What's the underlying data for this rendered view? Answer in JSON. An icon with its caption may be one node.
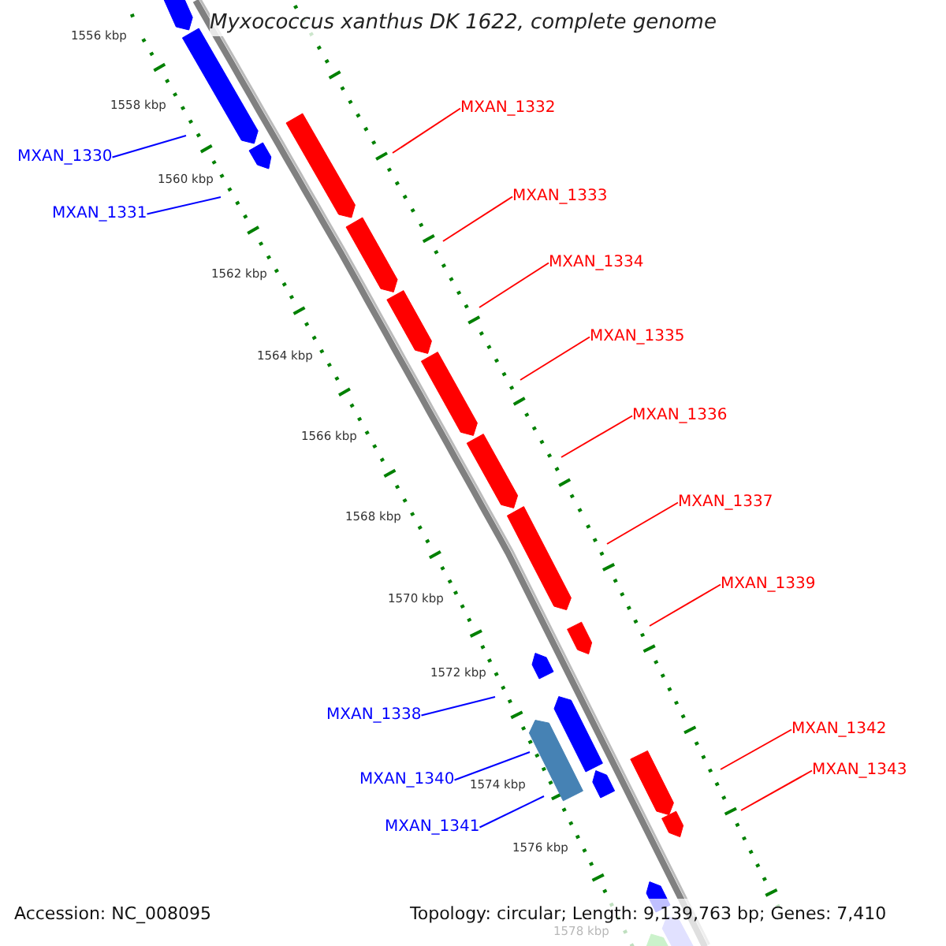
{
  "diagram": {
    "title": "Myxococcus xanthus DK 1622, complete genome",
    "nodes": [
      {
        "text": [
          "MXAN_1330"
        ]
      },
      {
        "text": [
          "MXAN_1331"
        ]
      },
      {
        "text": [
          "MXAN_1332"
        ]
      },
      {
        "text": [
          "MXAN_1333"
        ]
      },
      {
        "text": [
          "MXAN_1334"
        ]
      },
      {
        "text": [
          "MXAN_1335"
        ]
      },
      {
        "text": [
          "MXAN_1336"
        ]
      },
      {
        "text": [
          "MXAN_1337"
        ]
      },
      {
        "text": [
          "MXAN_1339"
        ]
      },
      {
        "text": [
          "MXAN_1338"
        ]
      },
      {
        "text": [
          "MXAN_1340"
        ]
      },
      {
        "text": [
          "MXAN_1341"
        ]
      },
      {
        "text": [
          "MXAN_1342"
        ]
      },
      {
        "text": [
          "MXAN_1343"
        ]
      }
    ],
    "edges": [
      {
        "from": 0,
        "to": null,
        "arrow": "none",
        "color": "#0000ff"
      },
      {
        "from": 1,
        "to": null,
        "arrow": "none",
        "color": "#0000ff"
      },
      {
        "from": 2,
        "to": null,
        "arrow": "none"
      },
      {
        "from": 3,
        "to": null,
        "arrow": "none"
      },
      {
        "from": 4,
        "to": null,
        "arrow": "none"
      },
      {
        "from": 5,
        "to": null,
        "arrow": "none"
      },
      {
        "from": 6,
        "to": null,
        "arrow": "none"
      },
      {
        "from": 7,
        "to": null,
        "arrow": "none"
      },
      {
        "from": 8,
        "to": null,
        "arrow": "none"
      },
      {
        "from": 9,
        "to": null,
        "arrow": "none",
        "color": "#0000ff"
      },
      {
        "from": 10,
        "to": null,
        "arrow": "none",
        "color": "#0000ff"
      },
      {
        "from": 11,
        "to": null,
        "arrow": "none",
        "color": "#0000ff"
      },
      {
        "from": 12,
        "to": null,
        "arrow": "none"
      },
      {
        "from": 13,
        "to": null,
        "arrow": "none"
      }
    ],
    "labels": [
      "1556 kbp",
      "1558 kbp",
      "1560 kbp",
      "1562 kbp",
      "1564 kbp",
      "1566 kbp",
      "1568 kbp",
      "1570 kbp",
      "1572 kbp",
      "1574 kbp",
      "1576 kbp",
      "1578 kbp",
      "Accession: NC_008095",
      "Topology: circular; Length: 9,139,763 bp; Genes: 7,410"
    ]
  }
}
